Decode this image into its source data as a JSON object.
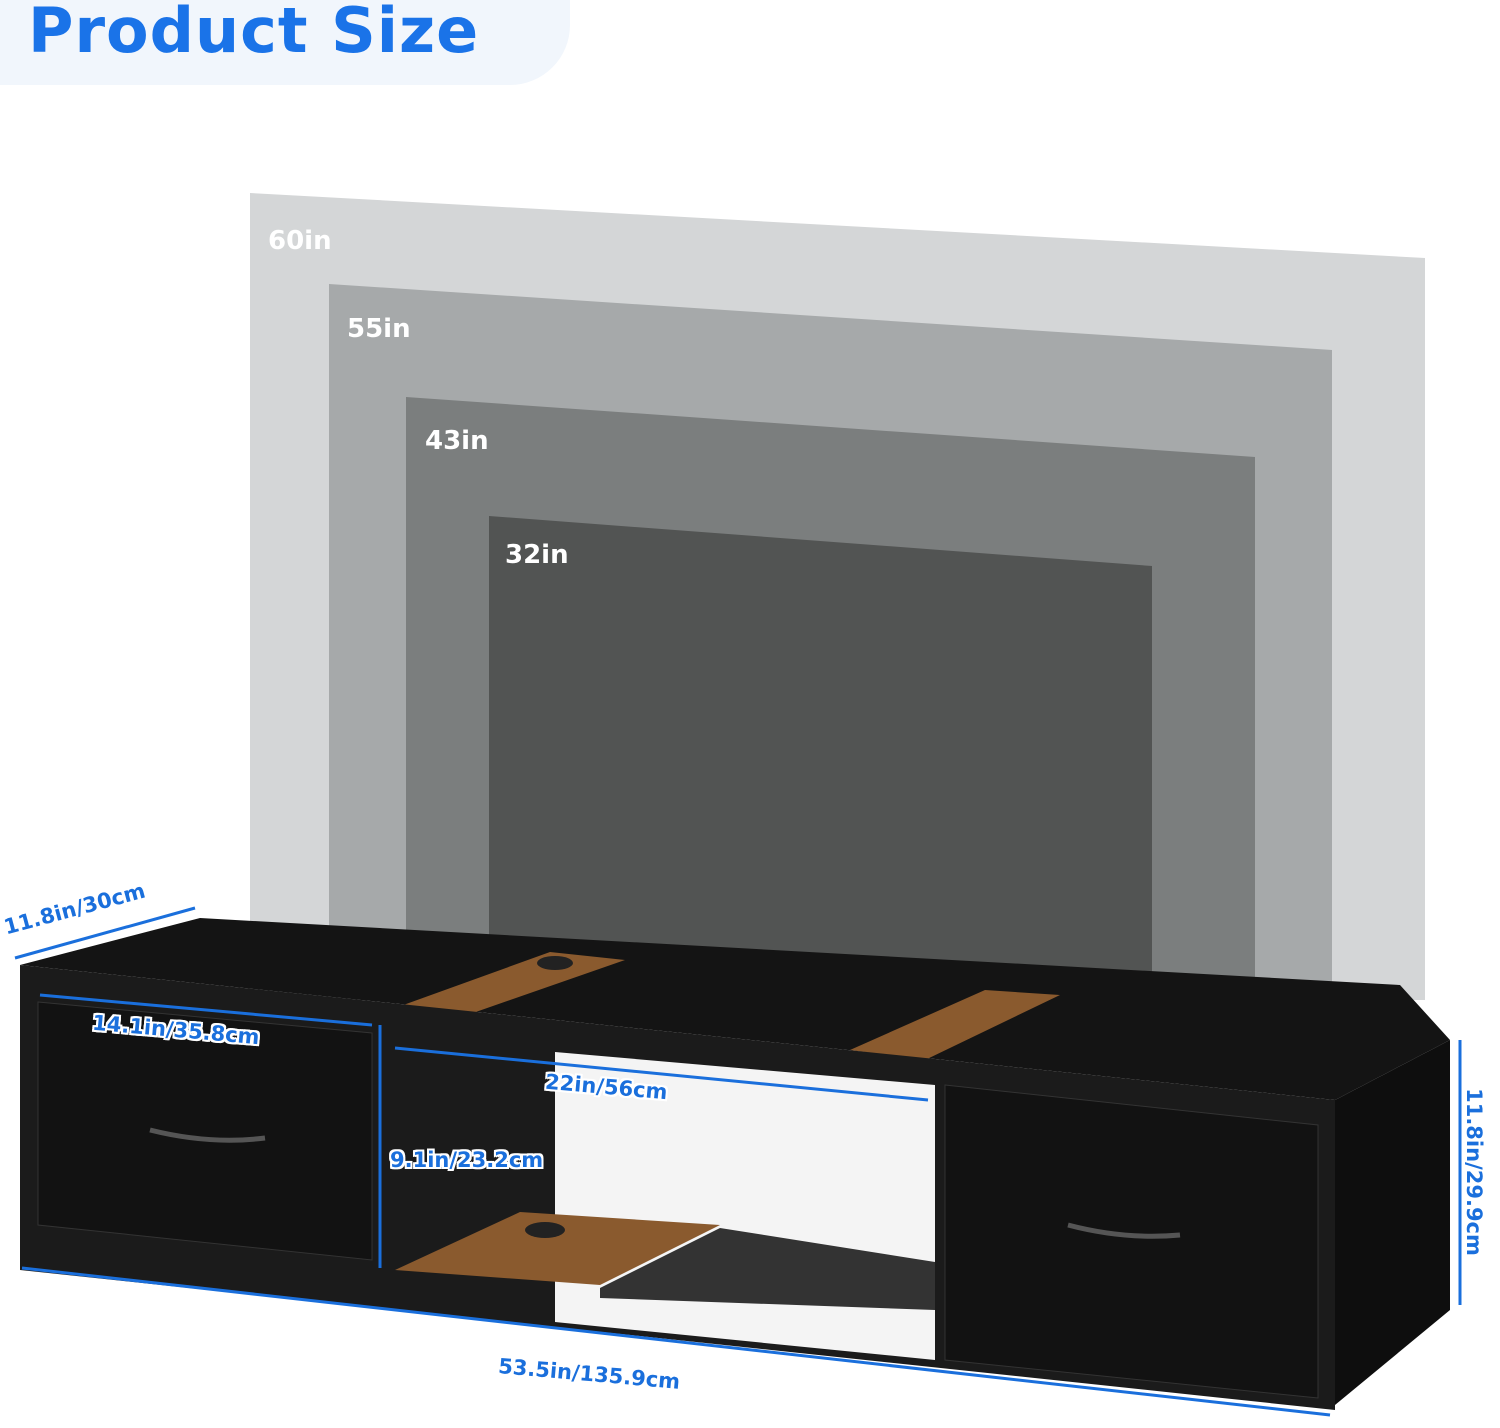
{
  "title": "Product Size",
  "tv_sizes": [
    "60in",
    "55in",
    "43in",
    "32in"
  ],
  "dimensions": {
    "depth": "11.8in/30cm",
    "drawer_width": "14.1in/35.8cm",
    "opening_width": "22in/56cm",
    "opening_height": "9.1in/23.2cm",
    "total_height": "11.8in/29.9cm",
    "total_width": "53.5in/135.9cm"
  },
  "colors": {
    "accent": "#1a6fdc",
    "tv60": "#d4d6d7",
    "tv55": "#a6a9aa",
    "tv43": "#7b7e7e",
    "tv32": "#525453",
    "wood": "#8a5a2e"
  }
}
